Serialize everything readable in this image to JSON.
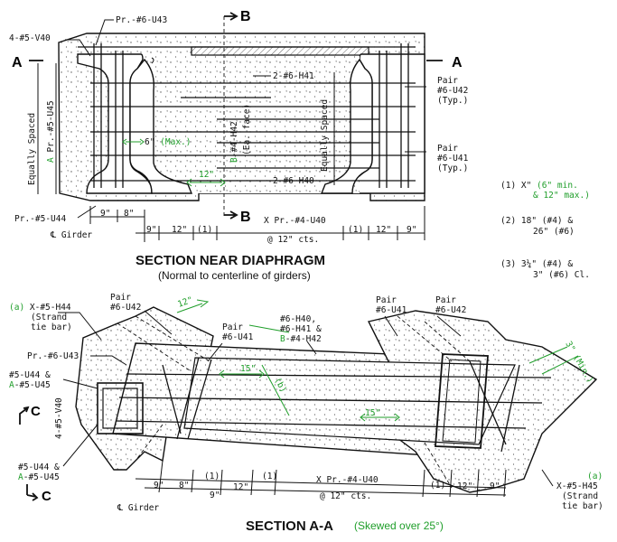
{
  "colors": {
    "ink": "#111111",
    "accent_green": "#1f9e2a",
    "background": "#ffffff"
  },
  "top": {
    "title": "SECTION NEAR DIAPHRAGM",
    "subtitle": "(Normal to centerline of girders)",
    "labels": {
      "v40": "4-#5-V40",
      "u43": "Pr.-#6-U43",
      "cut_b": "B",
      "cut_a": "A",
      "dash": "—",
      "h41": "2-#6-H41",
      "pair": "Pair",
      "u42": "#6-U42",
      "typ": "(Typ.)",
      "u41": "#6-U41",
      "eq_left": "Equally Spaced",
      "u45_a": "A",
      "u45": " Pr.-#5-U45",
      "max6": "6\"",
      "max6b": " (Max.)",
      "h42_b": "B",
      "h42": "-#4-H42",
      "eaface": "(Ea. face)",
      "eq_right": "Equally Spaced",
      "d12": "12\"",
      "h40": "2-#6-H40",
      "u44": "Pr.-#5-U44",
      "d9": "9\"",
      "d8": "8\"",
      "u40": "X Pr.-#4-U40",
      "cl_girder": "℄ Girder",
      "n1": "(1)",
      "cts": "@ 12\" cts."
    }
  },
  "notes": {
    "n1_pre": "(1) X\"",
    "n1_green": " (6\" min.",
    "n1_green2": "& 12\" max.)",
    "n2a": "(2) 18\" (#4) &",
    "n2b": "26\" (#6)",
    "n3a": "(3) 3¼\" (#4) &",
    "n3b": "3\" (#6) Cl."
  },
  "bottom": {
    "title": "SECTION A-A",
    "skew": "(Skewed over 25°)",
    "labels": {
      "a_g": "(a)",
      "h44": " X-#5-H44",
      "strand": "(Strand",
      "tiebar": "tie bar)",
      "pair": "Pair",
      "u42": "#6-U42",
      "u43": "Pr.-#6-U43",
      "u41": "#6-U41",
      "d12": "12\"",
      "d15": "15\"",
      "b_g": "(b)",
      "h40": "#6-H40,",
      "h41": "#6-H41 &",
      "h42_b": "B",
      "h42": "-#4-H42",
      "min3": "3\" (Min.)",
      "u44": "#5-U44 &",
      "u45_a": "A",
      "u45": "-#5-U45",
      "v40": "4-#5-V40",
      "cut_c": "C",
      "d9": "9\"",
      "d8": "8\"",
      "n1": "(1)",
      "u40": "X Pr.-#4-U40",
      "cts": "@ 12\" cts.",
      "cl_girder": "℄ Girder",
      "h45": "X-#5-H45",
      "strand2": "(Strand",
      "tiebar2": "tie bar)"
    }
  }
}
